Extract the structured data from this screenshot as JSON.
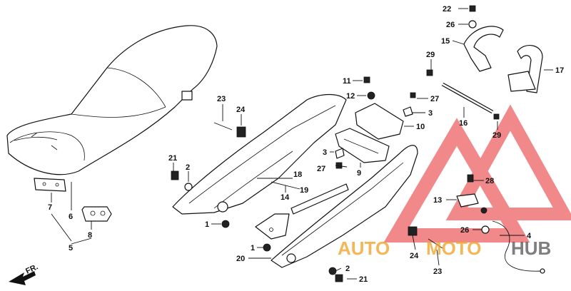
{
  "watermark": {
    "text_left": "AUTO",
    "text_mid": "MOTO",
    "text_right": "HUB",
    "color_red": "#e7282b",
    "color_orange": "#f0a020"
  },
  "front_indicator": {
    "label": "FR."
  },
  "callouts": [
    {
      "id": "c22",
      "label": "22"
    },
    {
      "id": "c26a",
      "label": "26"
    },
    {
      "id": "c15",
      "label": "15"
    },
    {
      "id": "c17",
      "label": "17"
    },
    {
      "id": "c29a",
      "label": "29"
    },
    {
      "id": "c11",
      "label": "11"
    },
    {
      "id": "c12",
      "label": "12"
    },
    {
      "id": "c27a",
      "label": "27"
    },
    {
      "id": "c3a",
      "label": "3"
    },
    {
      "id": "c16",
      "label": "16"
    },
    {
      "id": "c10",
      "label": "10"
    },
    {
      "id": "c29b",
      "label": "29"
    },
    {
      "id": "c23a",
      "label": "23"
    },
    {
      "id": "c24a",
      "label": "24"
    },
    {
      "id": "c3b",
      "label": "3"
    },
    {
      "id": "c27b",
      "label": "27"
    },
    {
      "id": "c9",
      "label": "9"
    },
    {
      "id": "c21a",
      "label": "21"
    },
    {
      "id": "c2",
      "label": "2"
    },
    {
      "id": "c18",
      "label": "18"
    },
    {
      "id": "c19",
      "label": "19"
    },
    {
      "id": "c14",
      "label": "14"
    },
    {
      "id": "c28",
      "label": "28"
    },
    {
      "id": "c13",
      "label": "13"
    },
    {
      "id": "c7",
      "label": "7"
    },
    {
      "id": "c6",
      "label": "6"
    },
    {
      "id": "c8",
      "label": "8"
    },
    {
      "id": "c5",
      "label": "5"
    },
    {
      "id": "c1a",
      "label": "1"
    },
    {
      "id": "c1b",
      "label": "1"
    },
    {
      "id": "c20",
      "label": "20"
    },
    {
      "id": "c26b",
      "label": "26"
    },
    {
      "id": "c4",
      "label": "4"
    },
    {
      "id": "c24b",
      "label": "24"
    },
    {
      "id": "c23b",
      "label": "23"
    },
    {
      "id": "c2b",
      "label": "2"
    },
    {
      "id": "c21b",
      "label": "21"
    }
  ]
}
